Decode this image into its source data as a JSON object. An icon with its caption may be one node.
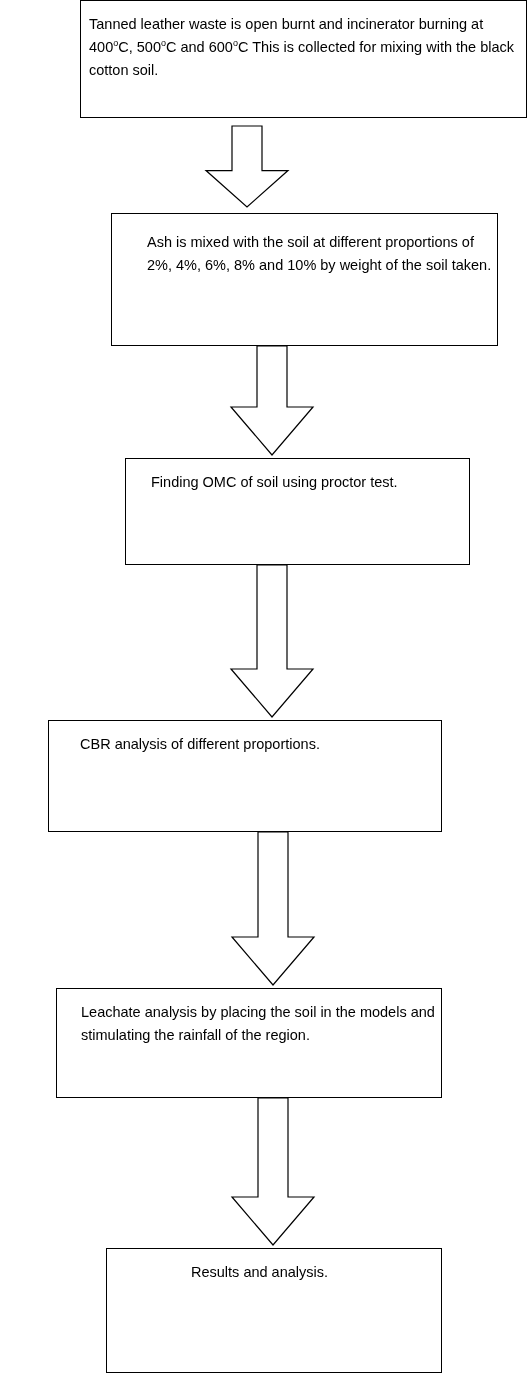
{
  "diagram": {
    "nodes": [
      {
        "text": [
          "Tanned leather waste is open burnt and incinerator burning at 400$^{o}$C, 500$^{o}$C and 600$^{o}$C This is collected for mixing with the black cotton soil."
        ]
      },
      {
        "text": [
          "Ash is mixed with the soil at different proportions of 2%, 4%, 6%, 8% and 10% by weight of the soil taken."
        ]
      },
      {
        "text": [
          "Finding OMC of soil using proctor test."
        ]
      },
      {
        "text": [
          "CBR analysis of different proportions."
        ]
      },
      {
        "text": [
          "Leachate analysis by placing the soil in the models and stimulating the rainfall of the region."
        ]
      },
      {
        "text": [
          "Results and analysis."
        ]
      }
    ],
    "edges": [
      {
        "from": 0,
        "to": 1,
        "arrow": "to"
      },
      {
        "from": 1,
        "to": 2,
        "arrow": "to"
      },
      {
        "from": 2,
        "to": 3,
        "arrow": "to"
      },
      {
        "from": 3,
        "to": 4,
        "arrow": "to"
      },
      {
        "from": 4,
        "to": 5,
        "arrow": "to"
      }
    ]
  }
}
